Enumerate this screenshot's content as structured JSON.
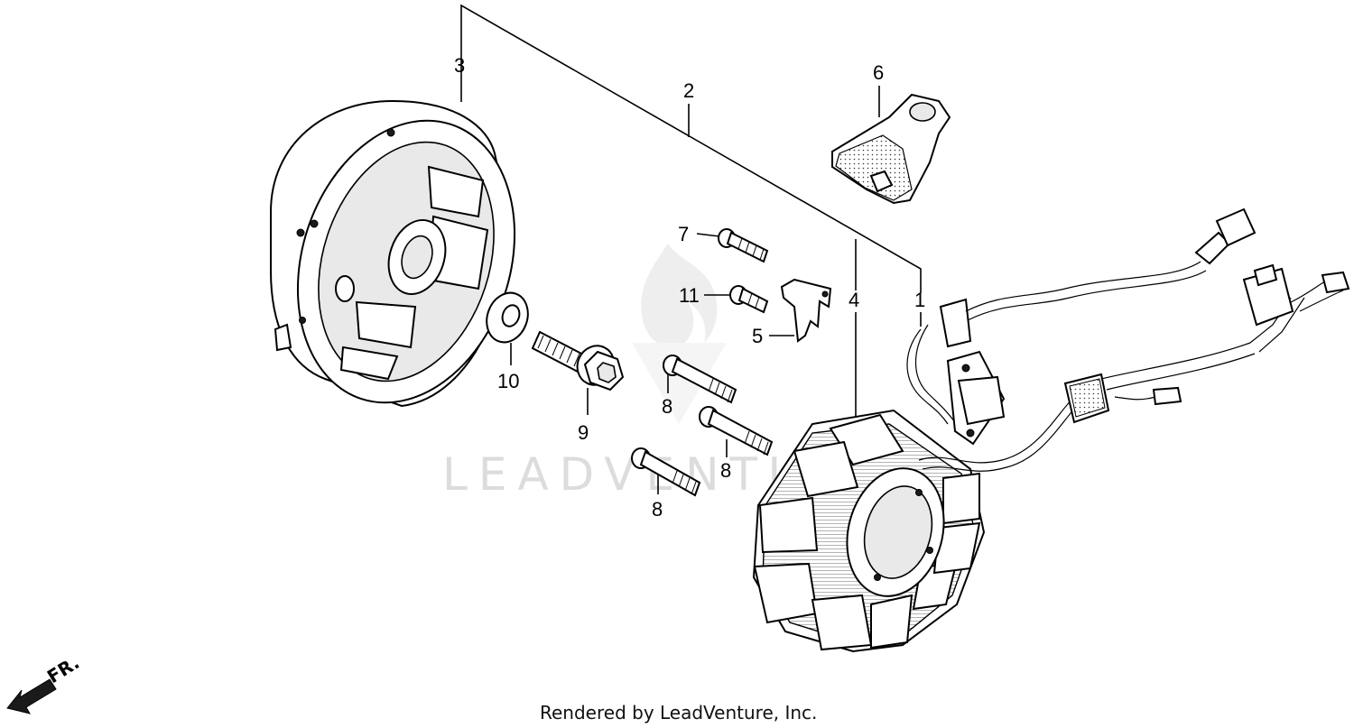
{
  "callouts": {
    "c1": "1",
    "c2": "2",
    "c3": "3",
    "c4": "4",
    "c5": "5",
    "c6": "6",
    "c7": "7",
    "c8a": "8",
    "c8b": "8",
    "c8c": "8",
    "c9": "9",
    "c10": "10",
    "c11": "11"
  },
  "watermark": "LEADVENTURE",
  "direction_label": "FR.",
  "footer": "Rendered by LeadVenture, Inc."
}
